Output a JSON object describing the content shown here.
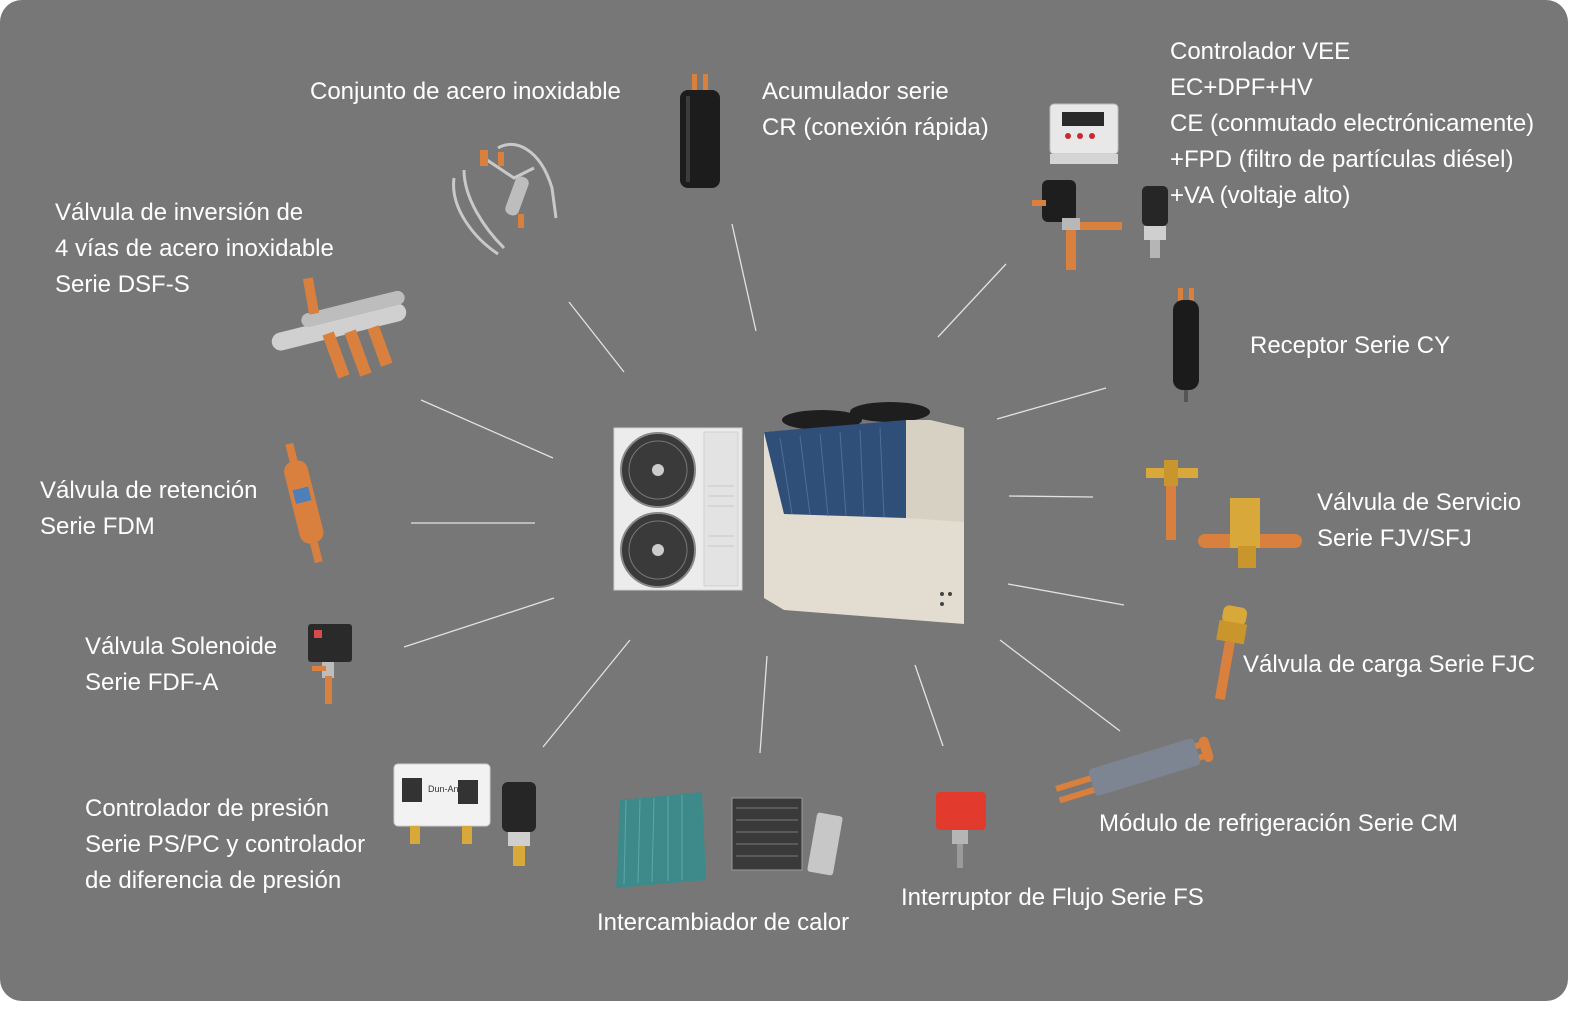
{
  "theme": {
    "background": "#777777",
    "text": "#ffffff",
    "connector": "#e0e0e0",
    "copper": "#d9803f",
    "brass": "#d8a93a"
  },
  "labels": {
    "stainless_assembly": [
      "Conjunto de acero inoxidable"
    ],
    "accumulator": [
      "Acumulador serie",
      "CR (conexión rápida)"
    ],
    "vee_controller": [
      "Controlador VEE",
      "EC+DPF+HV",
      "CE (conmutado electrónicamente)",
      "+FPD (filtro de partículas diésel)",
      "+VA (voltaje alto)"
    ],
    "four_way_valve": [
      "Válvula de inversión de",
      "4 vías de acero inoxidable",
      "Serie DSF-S"
    ],
    "receiver": [
      "Receptor Serie CY"
    ],
    "check_valve": [
      "Válvula de retención",
      "Serie FDM"
    ],
    "service_valve": [
      "Válvula de Servicio",
      "Serie FJV/SFJ"
    ],
    "solenoid_valve": [
      "Válvula Solenoide",
      "Serie FDF-A"
    ],
    "charge_valve": [
      "Válvula de carga Serie FJC"
    ],
    "pressure_controller": [
      "Controlador de presión",
      "Serie PS/PC y controlador",
      "de diferencia de presión"
    ],
    "cooling_module": [
      "Módulo de refrigeración Serie CM"
    ],
    "flow_switch": [
      "Interruptor de Flujo Serie FS"
    ],
    "heat_exchanger": [
      "Intercambiador de calor"
    ]
  },
  "product_text": {
    "controller_brand": "Dun-An"
  },
  "icons": [
    "outdoor-unit-icon",
    "heat-pump-unit-icon",
    "stainless-assembly-icon",
    "accumulator-icon",
    "vee-controller-icon",
    "expansion-valve-icon",
    "pressure-sensor-icon",
    "four-way-valve-icon",
    "receiver-icon",
    "check-valve-icon",
    "service-valve-icon",
    "solenoid-valve-icon",
    "charge-valve-icon",
    "pressure-switch-icon",
    "cooling-module-icon",
    "flow-switch-icon",
    "heat-exchanger-icon"
  ]
}
